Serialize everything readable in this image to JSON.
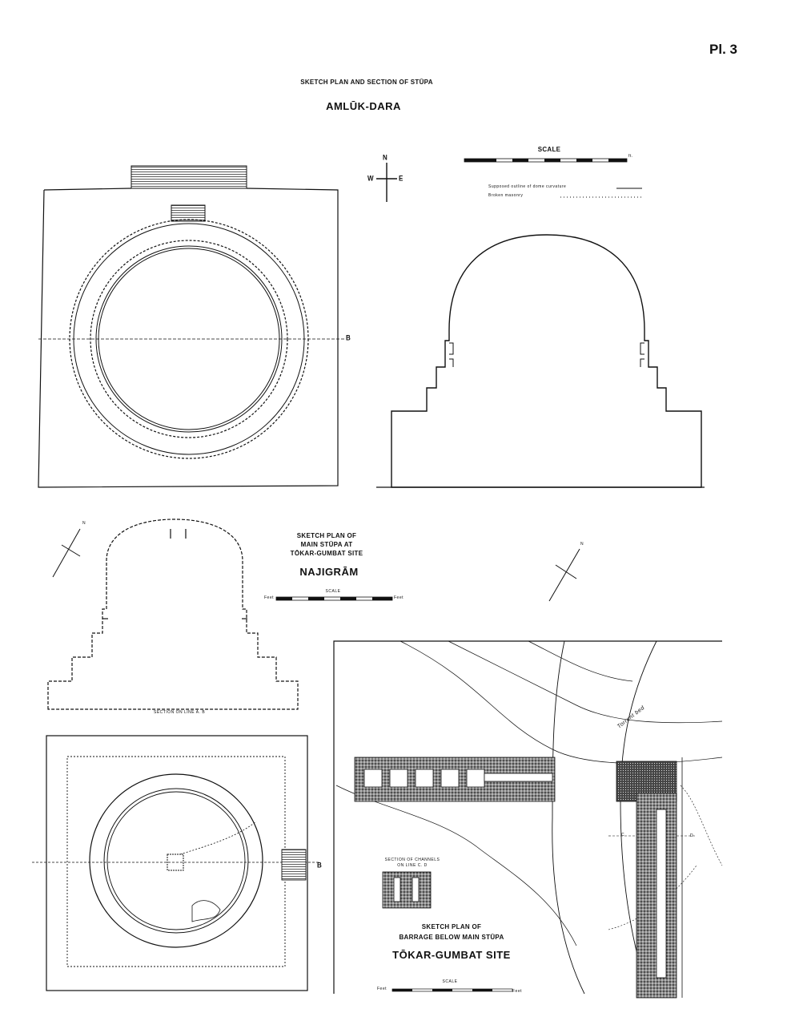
{
  "plate": {
    "number": "Pl. 3"
  },
  "amluk": {
    "subtitle": "SKETCH PLAN AND SECTION OF STŪPA",
    "title": "AMLŪK-DARA",
    "scale_label": "SCALE",
    "scale_unit": "ft.",
    "compass": {
      "n": "N",
      "w": "W",
      "e": "E"
    },
    "legend": [
      {
        "label": "Supposed outline of dome curvature"
      },
      {
        "label": "Broken masonry"
      }
    ],
    "line_label_b": "B"
  },
  "najigram": {
    "subtitle_lines": [
      "SKETCH PLAN OF",
      "MAIN STŪPA AT",
      "TŌKAR-GUMBAT SITE"
    ],
    "title": "NAJIGRĀM",
    "scale_label": "SCALE",
    "scale_left": "Feet",
    "scale_right": "Feet",
    "section_caption": "SECTION ON LINE A. B",
    "compass_n": "N",
    "line_label_b": "B"
  },
  "barrage": {
    "subtitle_lines": [
      "SKETCH PLAN OF",
      "BARRAGE BELOW MAIN STŪPA"
    ],
    "title": "TŌKAR-GUMBAT SITE",
    "channels_caption_lines": [
      "SECTION OF CHANNELS",
      "ON LINE C. D"
    ],
    "torrent_label": "Torrent bed",
    "scale_label": "SCALE",
    "scale_left": "Feet",
    "scale_right": "Feet",
    "compass_n": "N",
    "label_c": "C",
    "label_d": "D"
  }
}
